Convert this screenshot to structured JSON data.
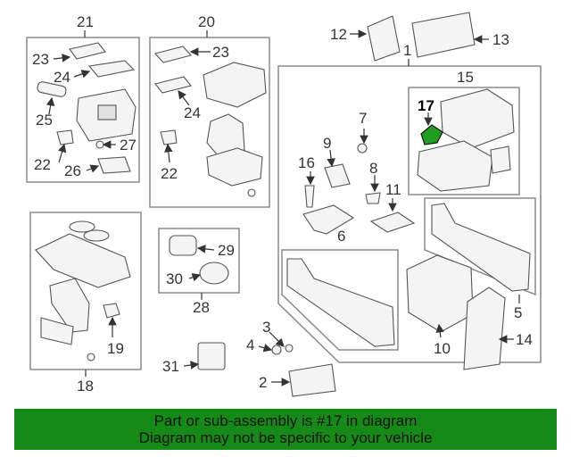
{
  "banner": {
    "line1": "Part or sub-assembly is #17 in diagram",
    "line2": "Diagram may not be specific to your vehicle",
    "color": "#168a16"
  },
  "highlight_color": "#1f9e1f",
  "highlighted_part": "17",
  "callouts": [
    "1",
    "2",
    "3",
    "4",
    "5",
    "6",
    "7",
    "8",
    "9",
    "10",
    "11",
    "12",
    "13",
    "14",
    "15",
    "16",
    "17",
    "18",
    "19",
    "20",
    "21",
    "22",
    "23",
    "24",
    "25",
    "26",
    "27",
    "28",
    "29",
    "30",
    "31"
  ],
  "group_labels": {
    "g21": "21",
    "g20": "20",
    "g18": "18",
    "g28": "28",
    "g1": "1",
    "g15": "15"
  },
  "part_labels": {
    "p21_23": "23",
    "p21_24": "24",
    "p21_25": "25",
    "p21_22": "22",
    "p21_27": "27",
    "p21_26": "26",
    "p20_23": "23",
    "p20_24": "24",
    "p20_22": "22",
    "p12": "12",
    "p13": "13",
    "p17": "17",
    "p7": "7",
    "p9": "9",
    "p16": "16",
    "p8": "8",
    "p11": "11",
    "p6": "6",
    "p5": "5",
    "p10": "10",
    "p14": "14",
    "p29": "29",
    "p30": "30",
    "p19": "19",
    "p3": "3",
    "p4": "4",
    "p2": "2",
    "p31": "31"
  }
}
